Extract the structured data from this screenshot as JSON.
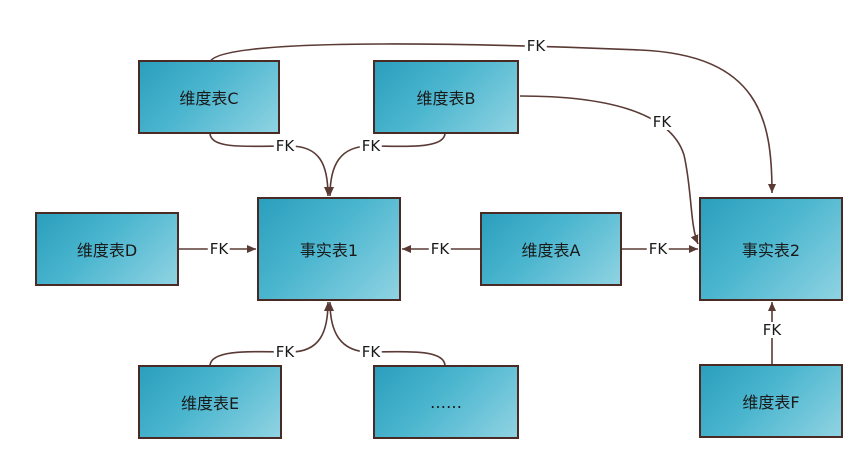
{
  "entities": {
    "dim_c": "维度表C",
    "dim_b": "维度表B",
    "dim_d": "维度表D",
    "fact_1": "事实表1",
    "dim_a": "维度表A",
    "fact_2": "事实表2",
    "dim_e": "维度表E",
    "dim_more": "……",
    "dim_f": "维度表F"
  },
  "relation_label": "FK",
  "colors": {
    "box_border": "#4a2a24",
    "box_fill_start": "#2a9fbd",
    "box_fill_end": "#8fd3e2",
    "connector": "#5a3a34"
  }
}
